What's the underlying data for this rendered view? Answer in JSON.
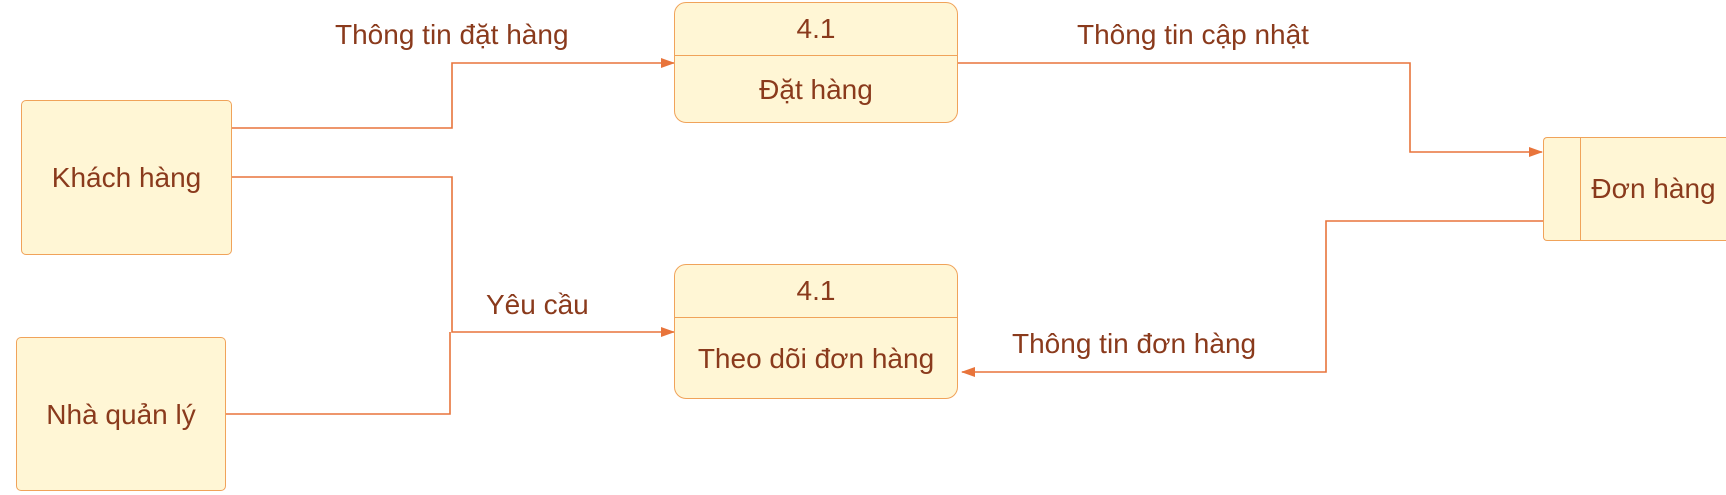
{
  "entities": {
    "customer": "Khách hàng",
    "manager": "Nhà quản lý"
  },
  "processes": {
    "order": {
      "id": "4.1",
      "name": "Đặt hàng"
    },
    "track": {
      "id": "4.1",
      "name": "Theo dõi đơn hàng"
    }
  },
  "store": {
    "name": "Đơn hàng"
  },
  "flows": {
    "order_info": "Thông tin đặt hàng",
    "update_info": "Thông tin cập nhật",
    "request": "Yêu cầu",
    "order_status": "Thông tin đơn hàng"
  },
  "colors": {
    "stroke": "#e8743b",
    "fill": "#fff6d5",
    "border": "#f0a35a",
    "text": "#8a3a1c"
  }
}
